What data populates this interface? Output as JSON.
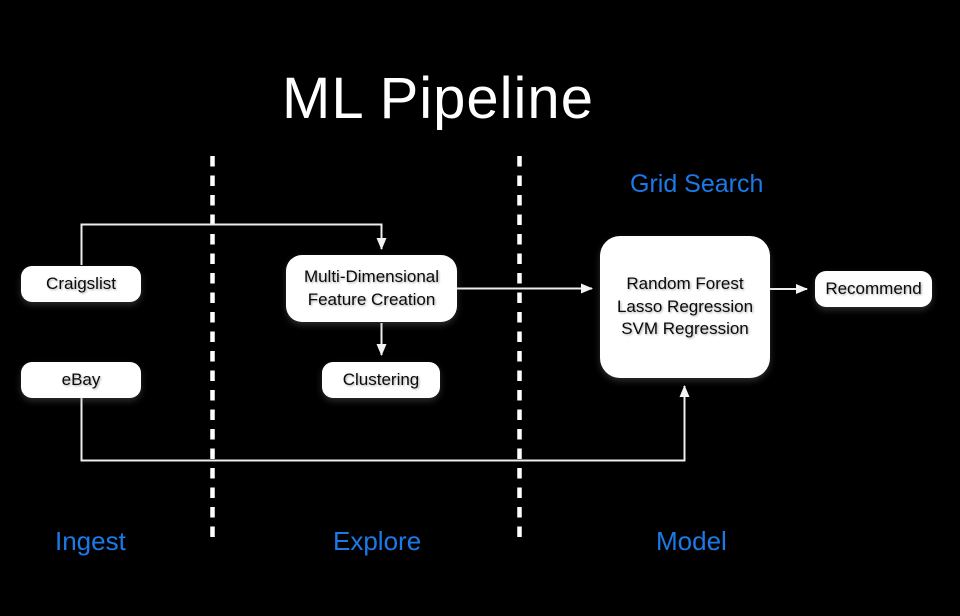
{
  "title": "ML Pipeline",
  "colors": {
    "background": "#000000",
    "accent_blue": "#1b79e8",
    "node_fill": "#ffffff",
    "node_text": "#0b0b0b",
    "connector": "#ededed",
    "divider": "#ffffff"
  },
  "nodes": {
    "craigslist": {
      "label": "Craigslist"
    },
    "ebay": {
      "label": "eBay"
    },
    "feature_creation": {
      "label": "Multi-Dimensional\nFeature Creation"
    },
    "clustering": {
      "label": "Clustering"
    },
    "models": {
      "label": "Random Forest\nLasso Regression\nSVM Regression"
    },
    "recommend": {
      "label": "Recommend"
    }
  },
  "phase_labels": {
    "grid_search": "Grid Search",
    "ingest": "Ingest",
    "explore": "Explore",
    "model": "Model"
  }
}
